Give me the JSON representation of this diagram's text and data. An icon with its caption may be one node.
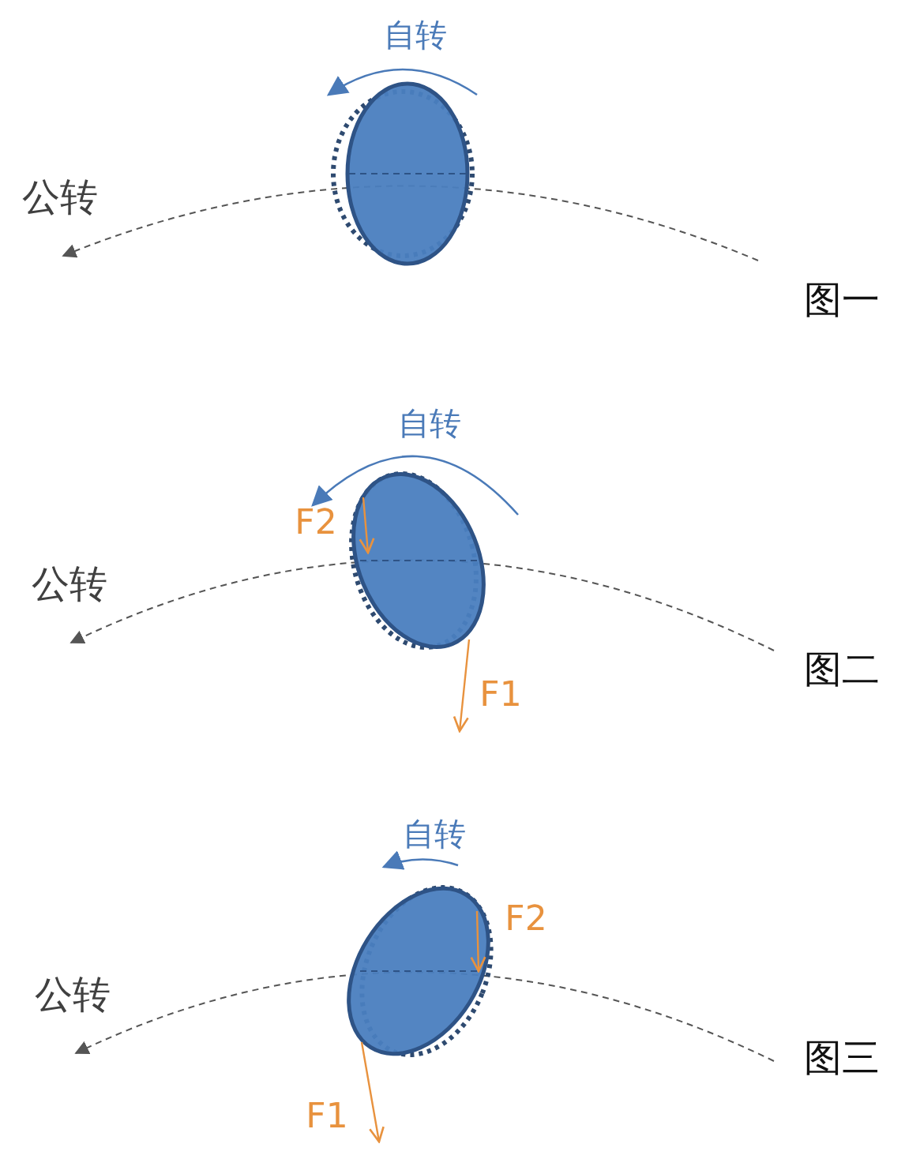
{
  "diagram": {
    "labels": [
      "自转",
      "公转",
      "图一",
      "自转",
      "F2",
      "公转",
      "F1",
      "图二",
      "自转",
      "F2",
      "公转",
      "图三",
      "F1"
    ]
  }
}
